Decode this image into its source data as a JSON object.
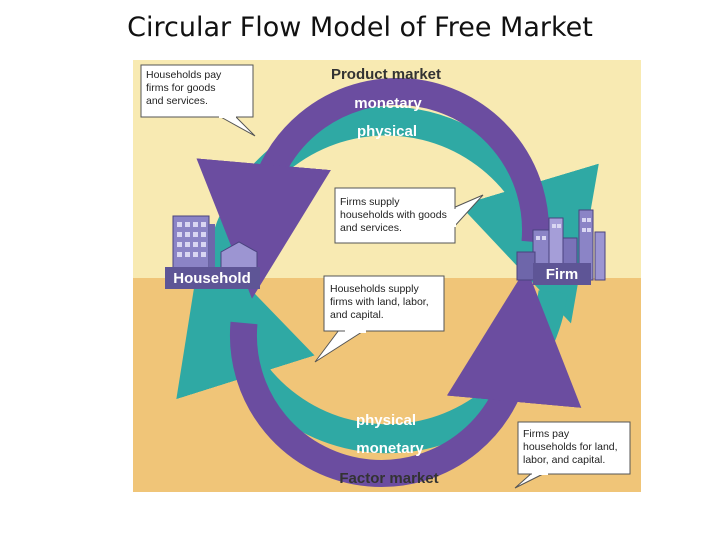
{
  "title": "Circular Flow Model of Free Market",
  "diagram": {
    "top_market": "Product market",
    "bottom_market": "Factor market",
    "outer_top_label": "monetary",
    "inner_top_label": "physical",
    "inner_bottom_label": "physical",
    "outer_bottom_label": "monetary",
    "left_node": "Household",
    "right_node": "Firm",
    "callouts": {
      "top_left": [
        "Households pay",
        "firms for goods",
        "and services."
      ],
      "center_top": [
        "Firms supply",
        "households with goods",
        "and services."
      ],
      "center_bottom": [
        "Households supply",
        "firms with land, labor,",
        "and capital."
      ],
      "bottom_right": [
        "Firms pay",
        "households for land,",
        "labor, and capital."
      ]
    },
    "colors": {
      "upper_background": "#f8eab2",
      "lower_background": "#f0c578",
      "outer_ring": "#2fa9a4",
      "inner_ring": "#6b4da0",
      "node_label_bg": "#5e5596",
      "label_text": "#ffffff"
    }
  }
}
